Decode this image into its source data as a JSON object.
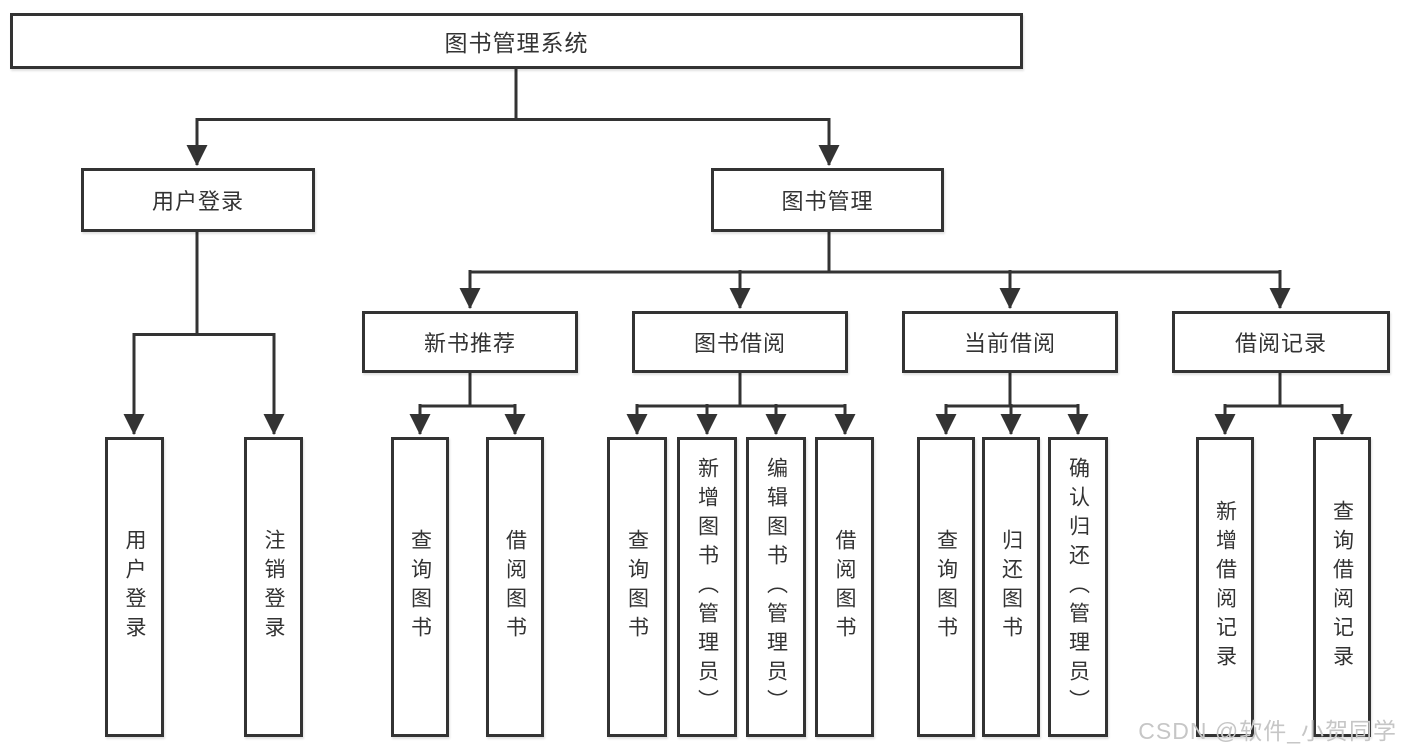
{
  "diagram": {
    "root": {
      "label": "图书管理系统"
    },
    "level2": [
      {
        "label": "用户登录"
      },
      {
        "label": "图书管理"
      }
    ],
    "level3": [
      {
        "label": "新书推荐"
      },
      {
        "label": "图书借阅"
      },
      {
        "label": "当前借阅"
      },
      {
        "label": "借阅记录"
      }
    ],
    "leaves": {
      "login": [
        "用户登录",
        "注销登录"
      ],
      "recommend": [
        "查询图书",
        "借阅图书"
      ],
      "borrow": [
        "查询图书",
        "新增图书（管理员）",
        "编辑图书（管理员）",
        "借阅图书"
      ],
      "current": [
        "查询图书",
        "归还图书",
        "确认归还（管理员）"
      ],
      "records": [
        "新增借阅记录",
        "查询借阅记录"
      ]
    }
  },
  "watermark": "CSDN @软件_小贺同学",
  "colors": {
    "line": "#333333",
    "text": "#333333",
    "box_background": "#ffffff",
    "watermark": "#c6c6c6",
    "background": "#ffffff"
  }
}
